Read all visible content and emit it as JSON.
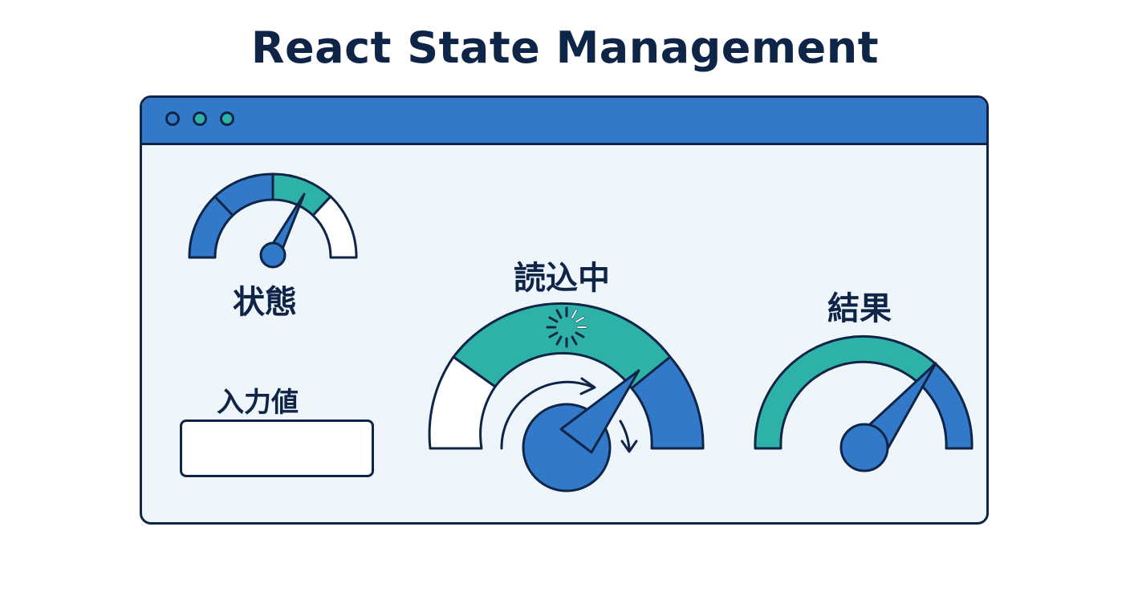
{
  "title": "React State Management",
  "window": {
    "dots": [
      {
        "name": "window-dot-1",
        "color": "#3279c9"
      },
      {
        "name": "window-dot-2",
        "color": "#2eb2a8"
      },
      {
        "name": "window-dot-3",
        "color": "#2eb2a8"
      }
    ]
  },
  "state_gauge": {
    "label": "状態"
  },
  "input_field": {
    "label": "入力値",
    "value": ""
  },
  "loading_gauge": {
    "label": "読込中"
  },
  "result_gauge": {
    "label": "結果"
  },
  "colors": {
    "navy": "#0f2547",
    "blue": "#3279c9",
    "teal": "#2eb2a8",
    "light": "#eef5fb",
    "white": "#ffffff"
  }
}
